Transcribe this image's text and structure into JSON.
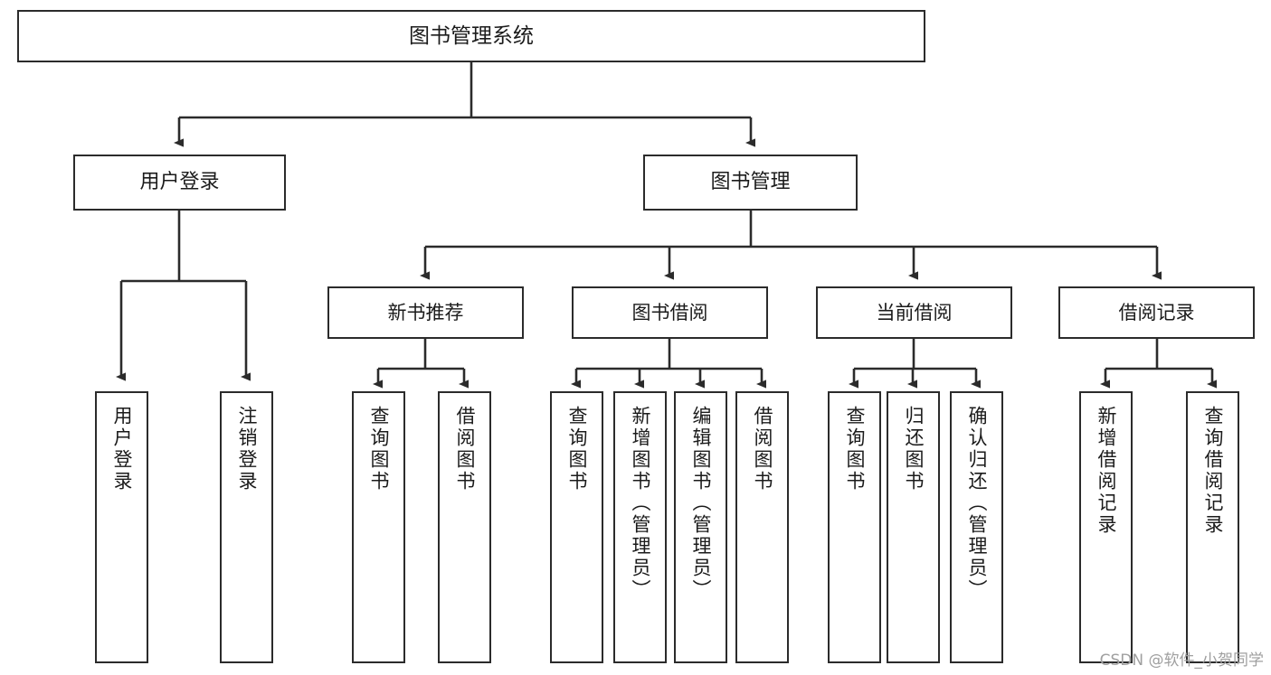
{
  "diagram": {
    "title": "图书管理系统",
    "watermark": "CSDN @软件_小贺同学",
    "stroke_color": "#2b2b2b",
    "text_color": "#1b1b1b",
    "background_color": "#ffffff",
    "watermark_color": "#9f9f9f"
  },
  "nodes": {
    "root": {
      "label": "图书管理系统"
    },
    "level2": [
      {
        "label": "用户登录"
      },
      {
        "label": "图书管理"
      }
    ],
    "level3": [
      {
        "label": "新书推荐"
      },
      {
        "label": "图书借阅"
      },
      {
        "label": "当前借阅"
      },
      {
        "label": "借阅记录"
      }
    ],
    "leaves": {
      "user_login": [
        {
          "label": "用户登录"
        },
        {
          "label": "注销登录"
        }
      ],
      "new_book_recommend": [
        {
          "label": "查询图书"
        },
        {
          "label": "借阅图书"
        }
      ],
      "book_borrow": [
        {
          "label": "查询图书"
        },
        {
          "label": "新增图书（管理员）"
        },
        {
          "label": "编辑图书（管理员）"
        },
        {
          "label": "借阅图书"
        }
      ],
      "current_borrow": [
        {
          "label": "查询图书"
        },
        {
          "label": "归还图书"
        },
        {
          "label": "确认归还（管理员）"
        }
      ],
      "borrow_record": [
        {
          "label": "新增借阅记录"
        },
        {
          "label": "查询借阅记录"
        }
      ]
    }
  }
}
